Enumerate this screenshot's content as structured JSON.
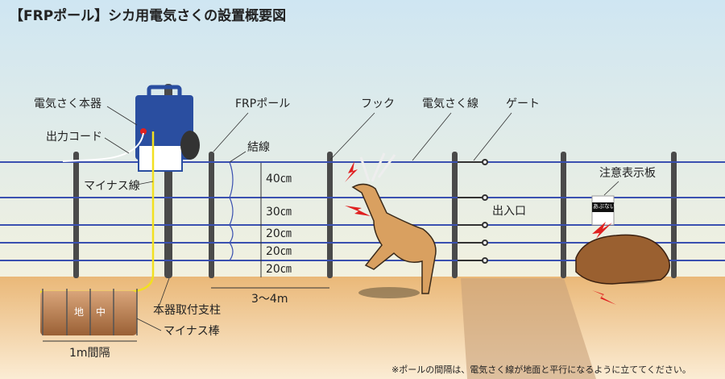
{
  "title": "【FRPポール】シカ用電気さくの設置概要図",
  "labels": {
    "device": "電気さく本器",
    "output_cord": "出力コード",
    "minus_wire": "マイナス線",
    "frp_pole": "FRPポール",
    "tie_wire": "結線",
    "hook": "フック",
    "fence_wire": "電気さく線",
    "gate": "ゲート",
    "warning_sign": "注意表示板",
    "entrance": "出入口",
    "mount_pole": "本器取付支柱",
    "minus_rod": "マイナス棒",
    "rod_spacing": "1m間隔",
    "underground_1": "地",
    "underground_2": "中",
    "sign_text": "あぶない"
  },
  "dimensions": {
    "wire_spacings": [
      "40㎝",
      "30㎝",
      "20㎝",
      "20㎝",
      "20㎝"
    ],
    "pole_spacing": "3～4m"
  },
  "footnote": "※ポールの間隔は、電気さく線が地面と平行になるように立ててください。",
  "colors": {
    "sky_top": "#cfe6f2",
    "sky_bottom": "#eef3e6",
    "ground": "#f0c890",
    "wire": "#3a50b0",
    "pole": "#444444",
    "device": "#2a4ea0",
    "minus_wire": "#f2e020",
    "spark": "#e02020"
  }
}
